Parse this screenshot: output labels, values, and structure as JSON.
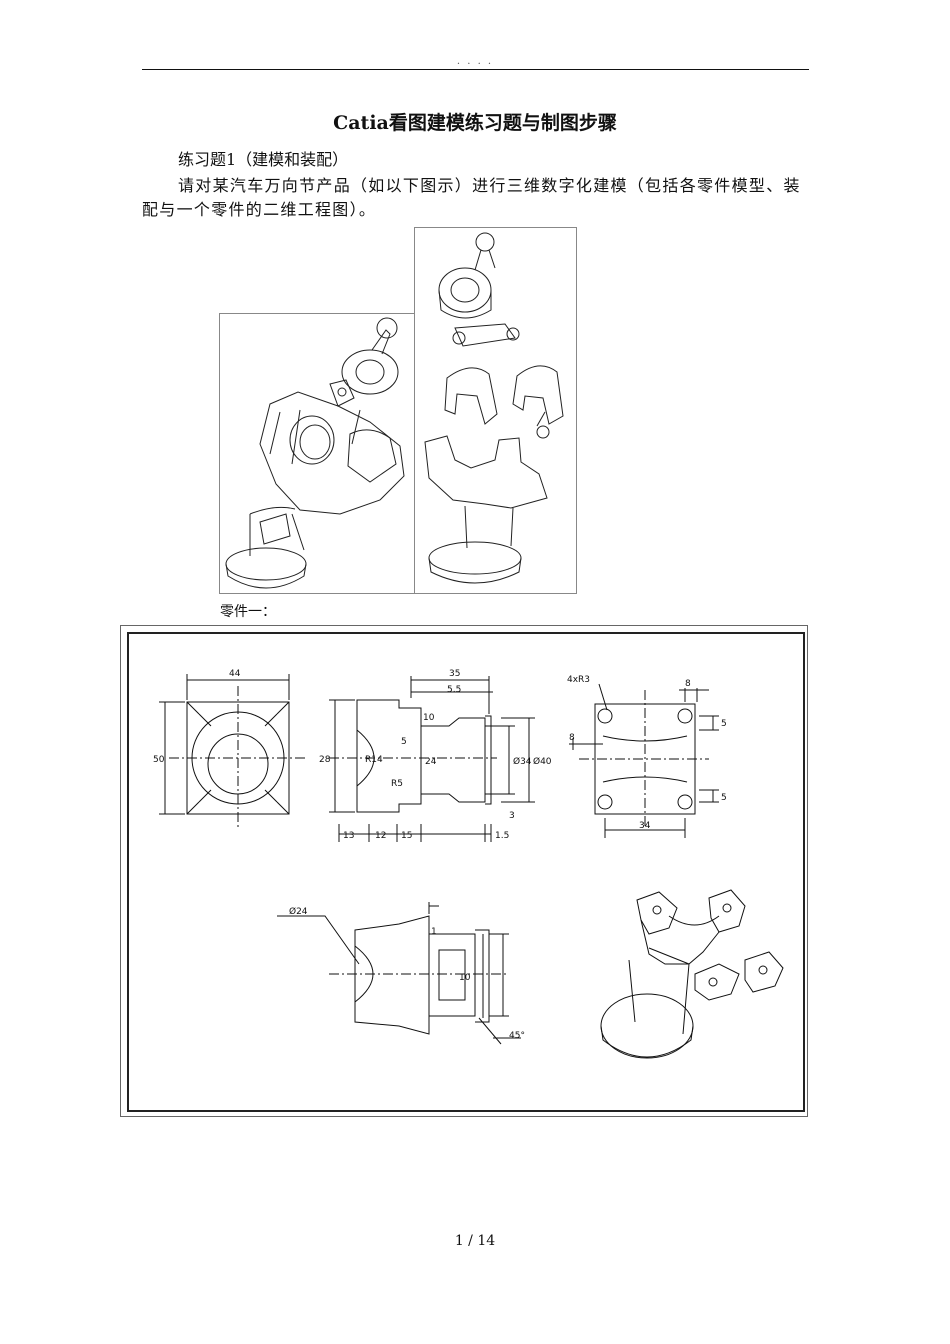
{
  "header": {
    "dots": ". .  . ."
  },
  "title": "Catia看图建模练习题与制图步骤",
  "exercise_heading": "练习题1（建模和装配）",
  "instruction": "请对某汽车万向节产品（如以下图示）进行三维数字化建模（包括各零件模型、装配与一个零件的二维工程图）。",
  "caption": "零件一：",
  "drawing": {
    "dims": {
      "d44": "44",
      "d50": "50",
      "d35": "35",
      "d5_5": "5.5",
      "d10": "10",
      "d28": "28",
      "r14": "R14",
      "d5": "5",
      "d24": "24",
      "dia34": "Ø34",
      "dia40": "Ø40",
      "r5": "R5",
      "d3": "3",
      "d13": "13",
      "d12": "12",
      "d15": "15",
      "d1_5": "1.5",
      "hole": "4xR3",
      "d8a": "8",
      "d8b": "8",
      "d5a": "5",
      "d5b": "5",
      "d34": "34",
      "dia24": "Ø24",
      "d1": "1",
      "d10b": "10",
      "a45": "45°"
    }
  },
  "footer": {
    "page": "1 / 14"
  }
}
